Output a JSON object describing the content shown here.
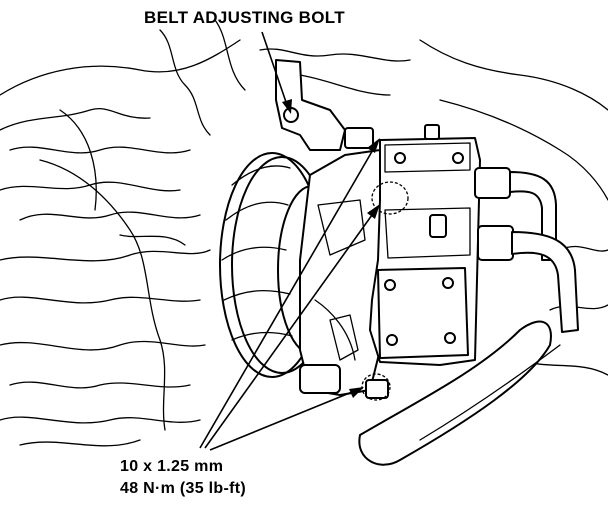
{
  "labels": {
    "belt_adjusting_bolt": "BELT ADJUSTING BOLT",
    "bolt_size": "10 x 1.25 mm",
    "torque": "48 N·m (35 lb-ft)"
  },
  "colors": {
    "line": "#000000",
    "background": "#ffffff"
  }
}
